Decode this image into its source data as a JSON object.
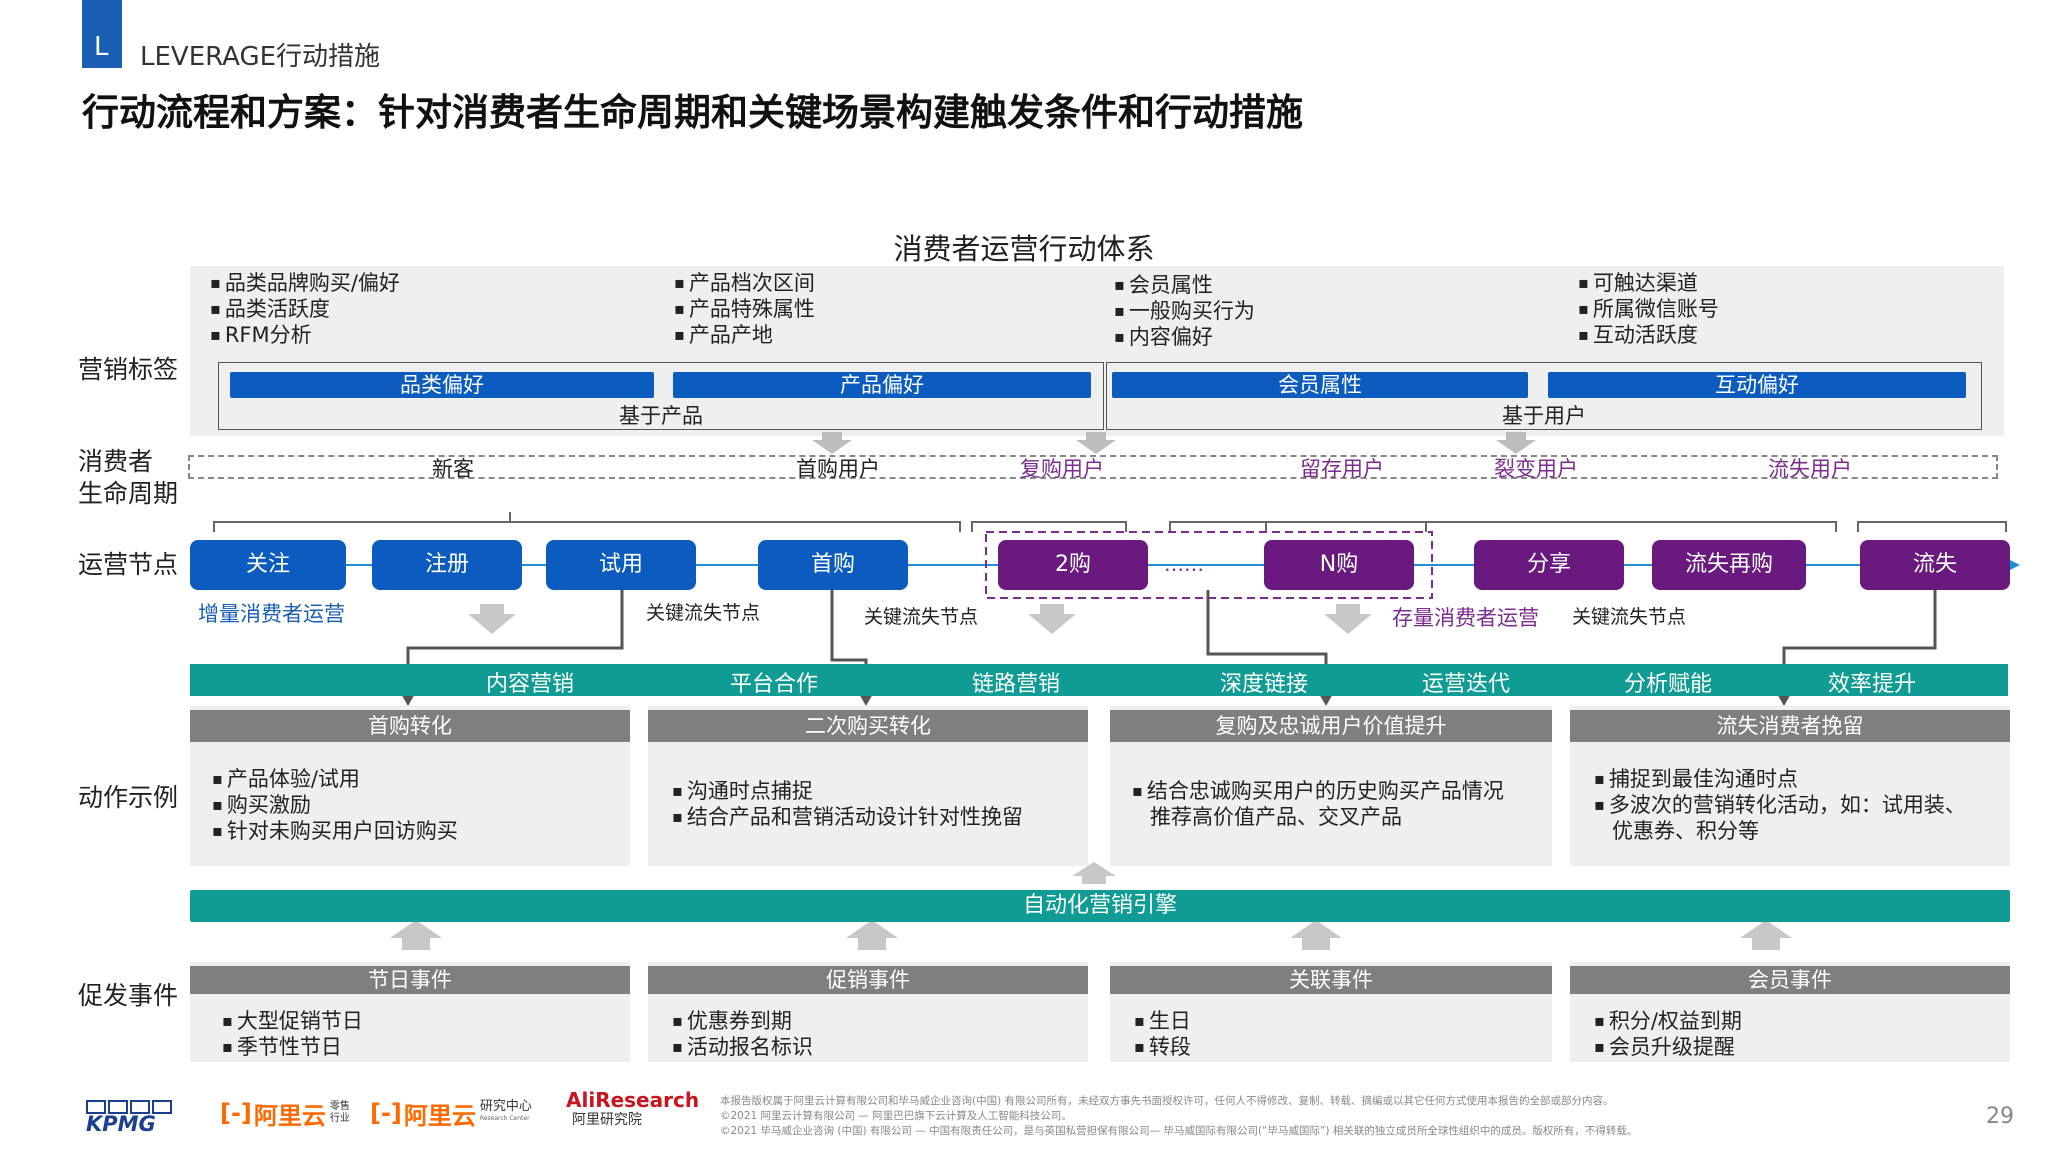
{
  "header": {
    "section_letter": "L",
    "section_title": "LEVERAGE行动措施",
    "title": "行动流程和方案：针对消费者生命周期和关键场景构建触发条件和行动措施"
  },
  "system_title": "消费者运营行动体系",
  "row_labels": {
    "marketing_tags": "营销标签",
    "lifecycle_1": "消费者",
    "lifecycle_2": "生命周期",
    "nodes": "运营节点",
    "actions": "动作示例",
    "triggers": "促发事件"
  },
  "tag_lists": [
    [
      "品类品牌购买/偏好",
      "品类活跃度",
      "RFM分析"
    ],
    [
      "产品档次区间",
      "产品特殊属性",
      "产品产地"
    ],
    [
      "会员属性",
      "一般购买行为",
      "内容偏好"
    ],
    [
      "可触达渠道",
      "所属微信账号",
      "互动活跃度"
    ]
  ],
  "tag_buttons": [
    "品类偏好",
    "产品偏好",
    "会员属性",
    "互动偏好"
  ],
  "tag_groups": [
    "基于产品",
    "基于用户"
  ],
  "lifecycle": [
    "新客",
    "首购用户",
    "复购用户",
    "留存用户",
    "裂变用户",
    "流失用户"
  ],
  "nodes": [
    "关注",
    "注册",
    "试用",
    "首购",
    "2购",
    "……",
    "N购",
    "分享",
    "流失再购",
    "流失"
  ],
  "node_notes": {
    "incremental": "增量消费者运营",
    "stock": "存量消费者运营",
    "key_loss_1": "关键流失节点",
    "key_loss_2": "关键流失节点",
    "key_loss_3": "关键流失节点"
  },
  "teal_bar": [
    "内容营销",
    "平台合作",
    "链路营销",
    "深度链接",
    "运营迭代",
    "分析赋能",
    "效率提升"
  ],
  "actions": [
    {
      "title": "首购转化",
      "bullets": [
        "产品体验/试用",
        "购买激励",
        "针对未购买用户回访购买"
      ]
    },
    {
      "title": "二次购买转化",
      "bullets": [
        "沟通时点捕捉",
        "结合产品和营销活动设计针对性挽留"
      ]
    },
    {
      "title": "复购及忠诚用户价值提升",
      "bullets": [
        "结合忠诚购买用户的历史购买产品情况"
      ],
      "extra": "推荐高价值产品、交叉产品"
    },
    {
      "title": "流失消费者挽留",
      "bullets": [
        "捕捉到最佳沟通时点",
        "多波次的营销转化活动，如：试用装、"
      ],
      "extra": "优惠券、积分等"
    }
  ],
  "engine": "自动化营销引擎",
  "triggers": [
    {
      "title": "节日事件",
      "bullets": [
        "大型促销节日",
        "季节性节日"
      ]
    },
    {
      "title": "促销事件",
      "bullets": [
        "优惠券到期",
        "活动报名标识"
      ]
    },
    {
      "title": "关联事件",
      "bullets": [
        "生日",
        "转段"
      ]
    },
    {
      "title": "会员事件",
      "bullets": [
        "积分/权益到期",
        "会员升级提醒"
      ]
    }
  ],
  "footer": {
    "logos": [
      "KPMG",
      "阿里云",
      "零售",
      "行业",
      "阿里云",
      "研究中心",
      "Research Center",
      "AliResearch",
      "阿里研究院"
    ],
    "disclaimer_1": "本报告版权属于阿里云计算有限公司和毕马威企业咨询(中国) 有限公司所有，未经双方事先书面授权许可，任何人不得修改、复制、转载、摘编或以其它任何方式使用本报告的全部或部分内容。",
    "disclaimer_2": "©2021 阿里云计算有限公司 — 阿里巴巴旗下云计算及人工智能科技公司。",
    "disclaimer_3": "©2021 毕马威企业咨询 (中国) 有限公司 — 中国有限责任公司，是与英国私营担保有限公司— 毕马威国际有限公司(“毕马威国际”) 相关联的独立成员所全球性组织中的成员。版权所有，不得转载。",
    "page_number": "29"
  },
  "colors": {
    "blue": "#0b5cbe",
    "purple": "#6a1a7e",
    "teal": "#109c94",
    "gray_header": "#7f7f7f",
    "panel": "#efefef",
    "purple_text": "#7b2d8e",
    "blue_text": "#1a5fb4"
  }
}
